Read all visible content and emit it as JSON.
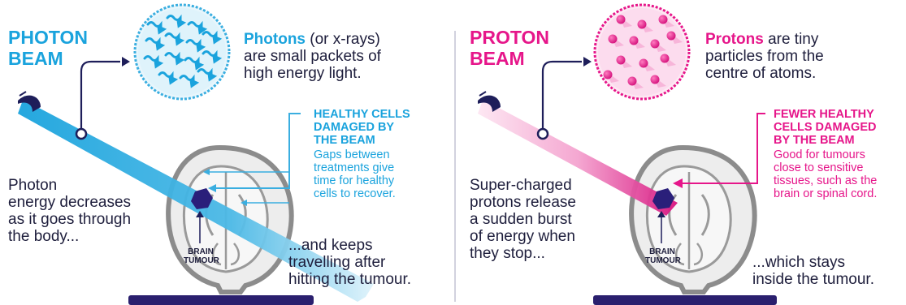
{
  "photon_panel": {
    "title": "PHOTON\nBEAM",
    "description_strong": "Photons",
    "description_rest": "(or x-rays)\nare small packets of\nhigh energy light.",
    "callout_heading": "HEALTHY CELLS\nDAMAGED BY\nTHE BEAM",
    "callout_body": "Gaps between\ntreatments give\ntime for healthy\ncells to recover.",
    "left_text": "Photon\nenergy decreases\nas it goes through\nthe body...",
    "tumour_label": "BRAIN\nTUMOUR",
    "bottom_text": "...and keeps\ntravelling after\nhitting the tumour."
  },
  "proton_panel": {
    "title": "PROTON\nBEAM",
    "description_strong": "Protons",
    "description_rest": "are tiny\nparticles from the\ncentre of atoms.",
    "callout_heading": "FEWER HEALTHY\nCELLS DAMAGED\nBY THE BEAM",
    "callout_body": "Good for tumours\nclose to sensitive\ntissues, such as the\nbrain or spinal cord.",
    "left_text": "Super-charged\nprotons release\na sudden burst\nof energy when\nthey stop...",
    "tumour_label": "BRAIN\nTUMOUR",
    "bottom_text": "...which stays\ninside the tumour."
  },
  "colors": {
    "photon": "#1aa3dd",
    "photon_light": "#bfe7f7",
    "proton": "#e6168a",
    "proton_light": "#fbd0e7",
    "navy": "#1e1e5a",
    "skull": "#8c8c8c",
    "text": "#1e1e3c"
  },
  "icons": [
    "photon-wave-icon",
    "proton-particle-icon",
    "head-scan-icon",
    "tumour-icon",
    "beam-source-icon",
    "plinth-icon"
  ]
}
